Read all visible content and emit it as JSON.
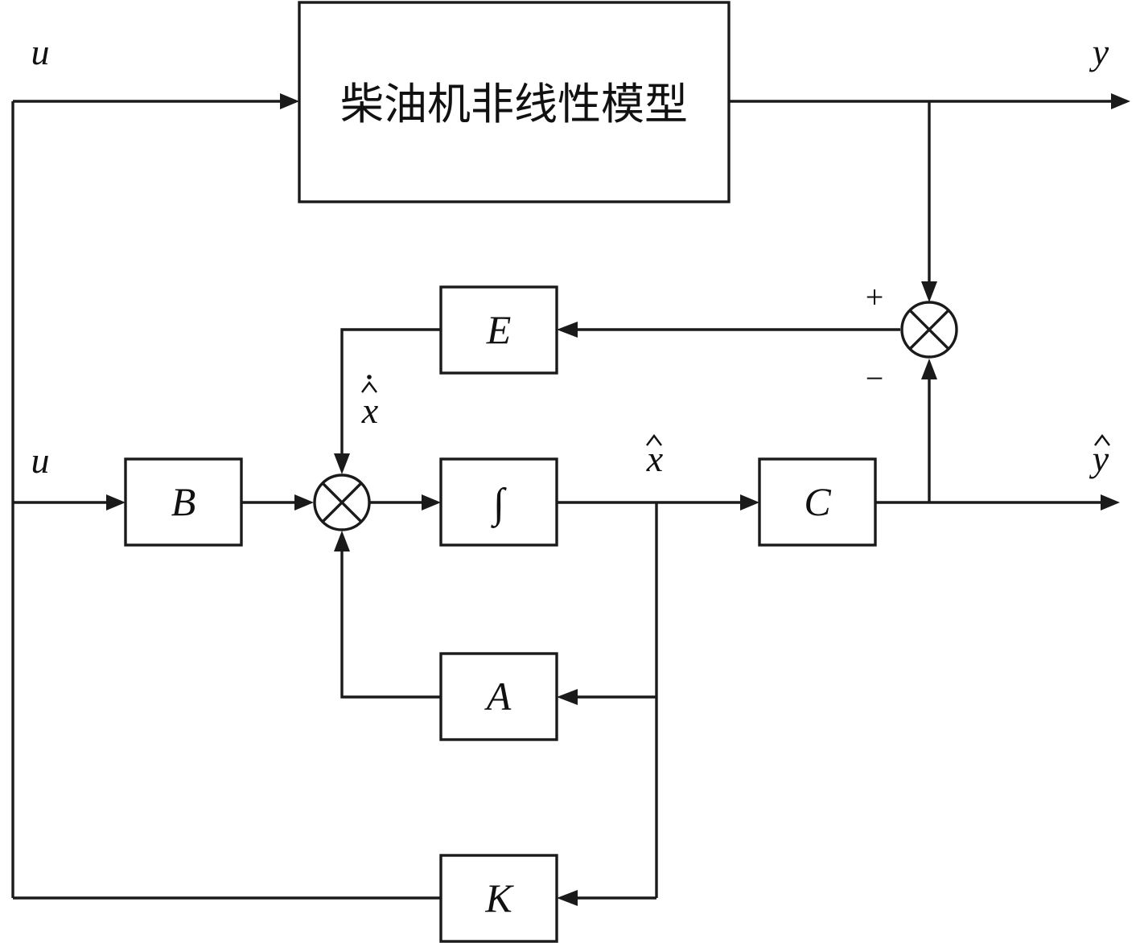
{
  "blocks": {
    "plant": "柴油机非线性模型",
    "E": "E",
    "B": "B",
    "integrator": "∫",
    "C": "C",
    "A": "A",
    "K": "K"
  },
  "signals": {
    "u_top": "u",
    "u_mid": "u",
    "y": "y",
    "x_hat_dot": "x",
    "x_hat": "x",
    "y_hat": "y"
  },
  "signs": {
    "plus": "+",
    "minus": "−"
  }
}
